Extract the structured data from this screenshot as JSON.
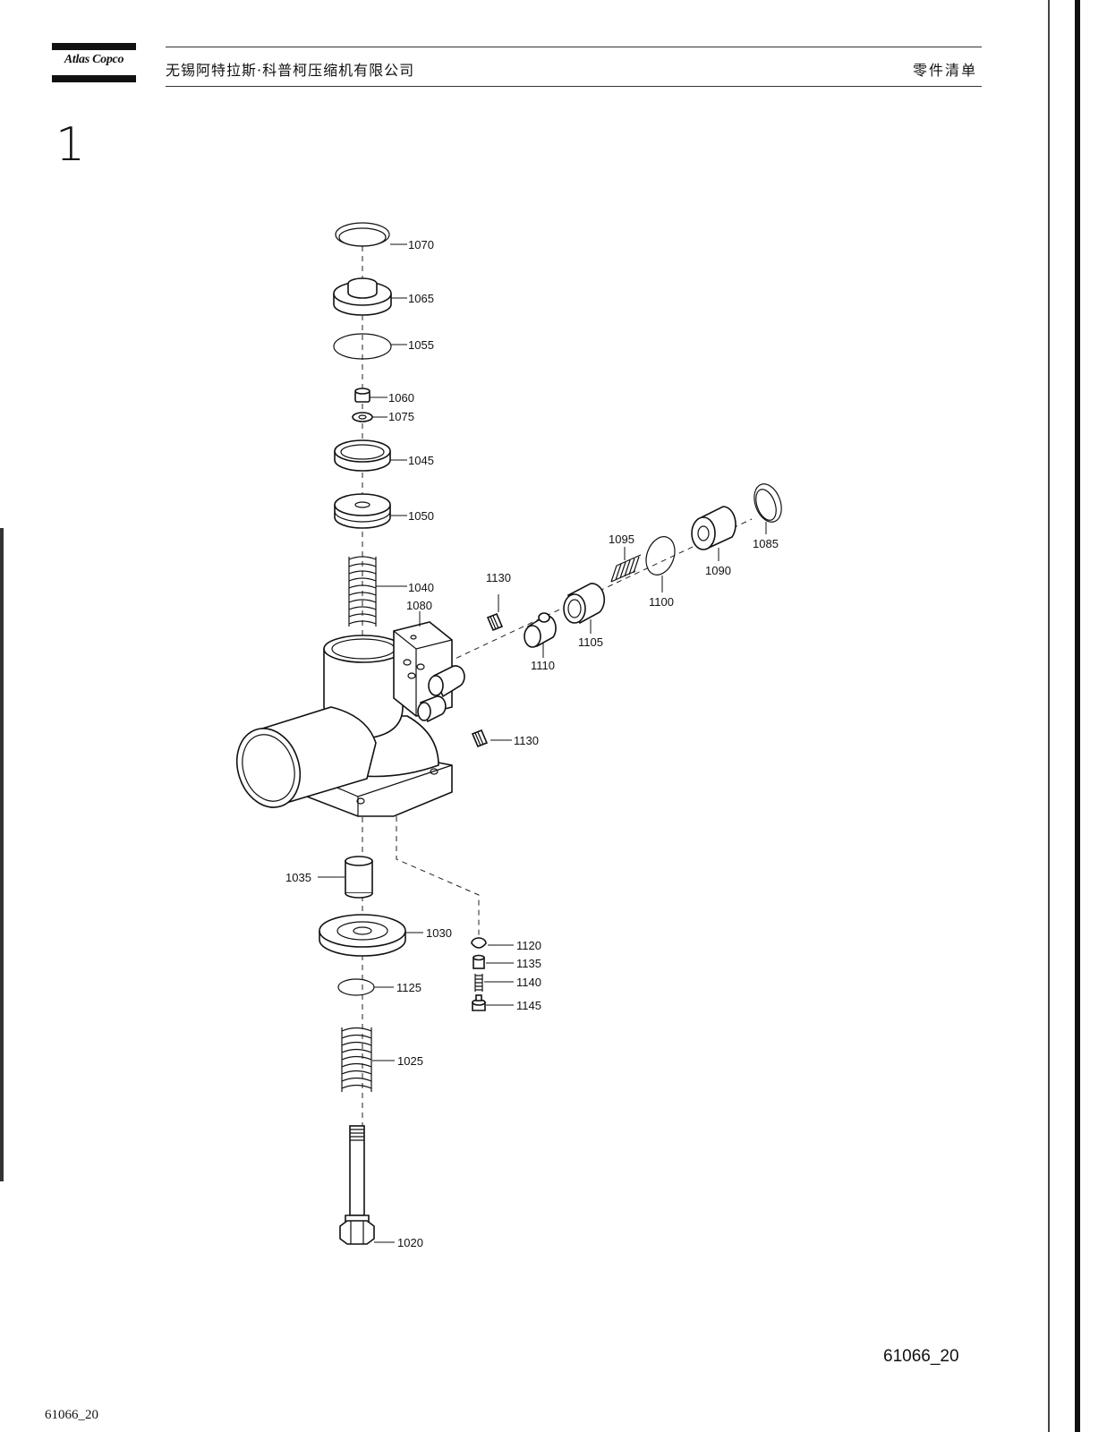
{
  "header": {
    "brand": "Atlas Copco",
    "company": "无锡阿特拉斯·科普柯压缩机有限公司",
    "doc_title": "零件清单"
  },
  "page_number": "1",
  "drawing_code": "61066_20",
  "footer_code": "61066_20",
  "parts": [
    {
      "id": "1070",
      "label": "1070"
    },
    {
      "id": "1065",
      "label": "1065"
    },
    {
      "id": "1055",
      "label": "1055"
    },
    {
      "id": "1060",
      "label": "1060"
    },
    {
      "id": "1075",
      "label": "1075"
    },
    {
      "id": "1045",
      "label": "1045"
    },
    {
      "id": "1050",
      "label": "1050"
    },
    {
      "id": "1040",
      "label": "1040"
    },
    {
      "id": "1080",
      "label": "1080"
    },
    {
      "id": "1130a",
      "label": "1130"
    },
    {
      "id": "1110",
      "label": "1110"
    },
    {
      "id": "1105",
      "label": "1105"
    },
    {
      "id": "1095",
      "label": "1095"
    },
    {
      "id": "1100",
      "label": "1100"
    },
    {
      "id": "1090",
      "label": "1090"
    },
    {
      "id": "1085",
      "label": "1085"
    },
    {
      "id": "1130b",
      "label": "1130"
    },
    {
      "id": "1035",
      "label": "1035"
    },
    {
      "id": "1030",
      "label": "1030"
    },
    {
      "id": "1125",
      "label": "1125"
    },
    {
      "id": "1120",
      "label": "1120"
    },
    {
      "id": "1135",
      "label": "1135"
    },
    {
      "id": "1140",
      "label": "1140"
    },
    {
      "id": "1145",
      "label": "1145"
    },
    {
      "id": "1025",
      "label": "1025"
    },
    {
      "id": "1020",
      "label": "1020"
    }
  ]
}
